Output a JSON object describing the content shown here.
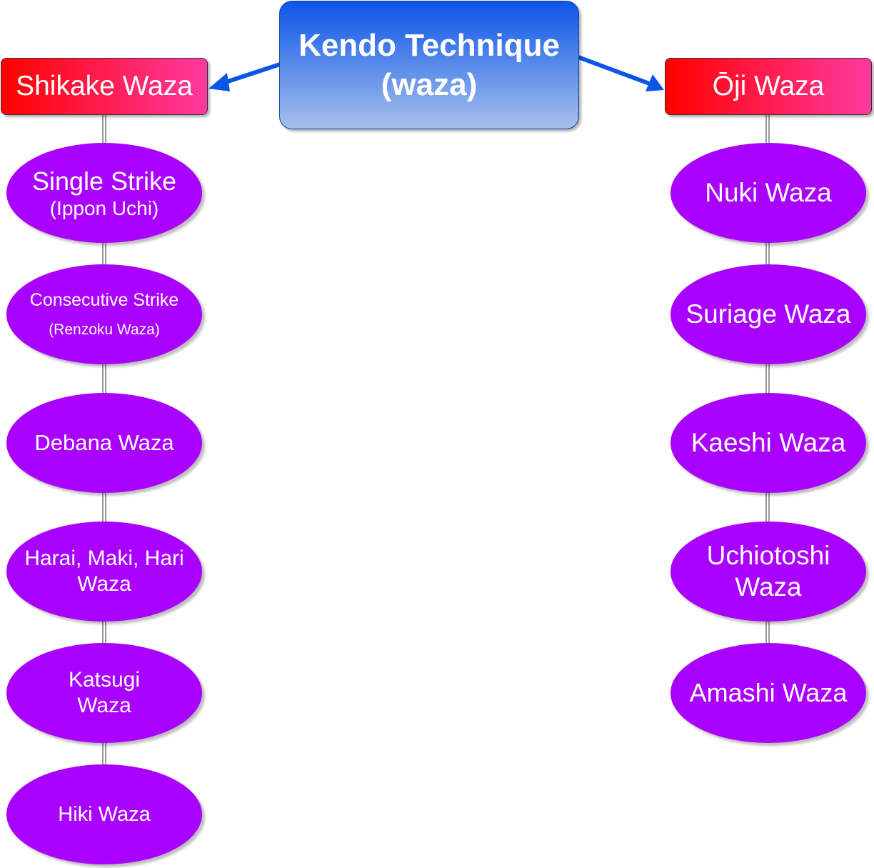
{
  "root": {
    "line1": "Kendo Technique",
    "line2": "(waza)"
  },
  "left": {
    "title": "Shikake Waza",
    "items": [
      {
        "main": "Single Strike",
        "sub": "(Ippon Uchi)"
      },
      {
        "main": "Consecutive Strike",
        "sub": "(Renzoku Waza)"
      },
      {
        "main": "Debana Waza"
      },
      {
        "main": "Harai, Maki, Hari",
        "sub": "Waza"
      },
      {
        "main": "Katsugi",
        "sub": "Waza"
      },
      {
        "main": "Hiki Waza"
      }
    ]
  },
  "right": {
    "title": "Ōji Waza",
    "items": [
      {
        "main": "Nuki Waza"
      },
      {
        "main": "Suriage Waza"
      },
      {
        "main": "Kaeshi Waza"
      },
      {
        "main": "Uchiotoshi",
        "sub": "Waza"
      },
      {
        "main": "Amashi Waza"
      }
    ]
  },
  "colors": {
    "root": "#0b55e8",
    "category": "#ff0000",
    "technique": "#aa00ff",
    "arrow": "#0b55e8"
  }
}
